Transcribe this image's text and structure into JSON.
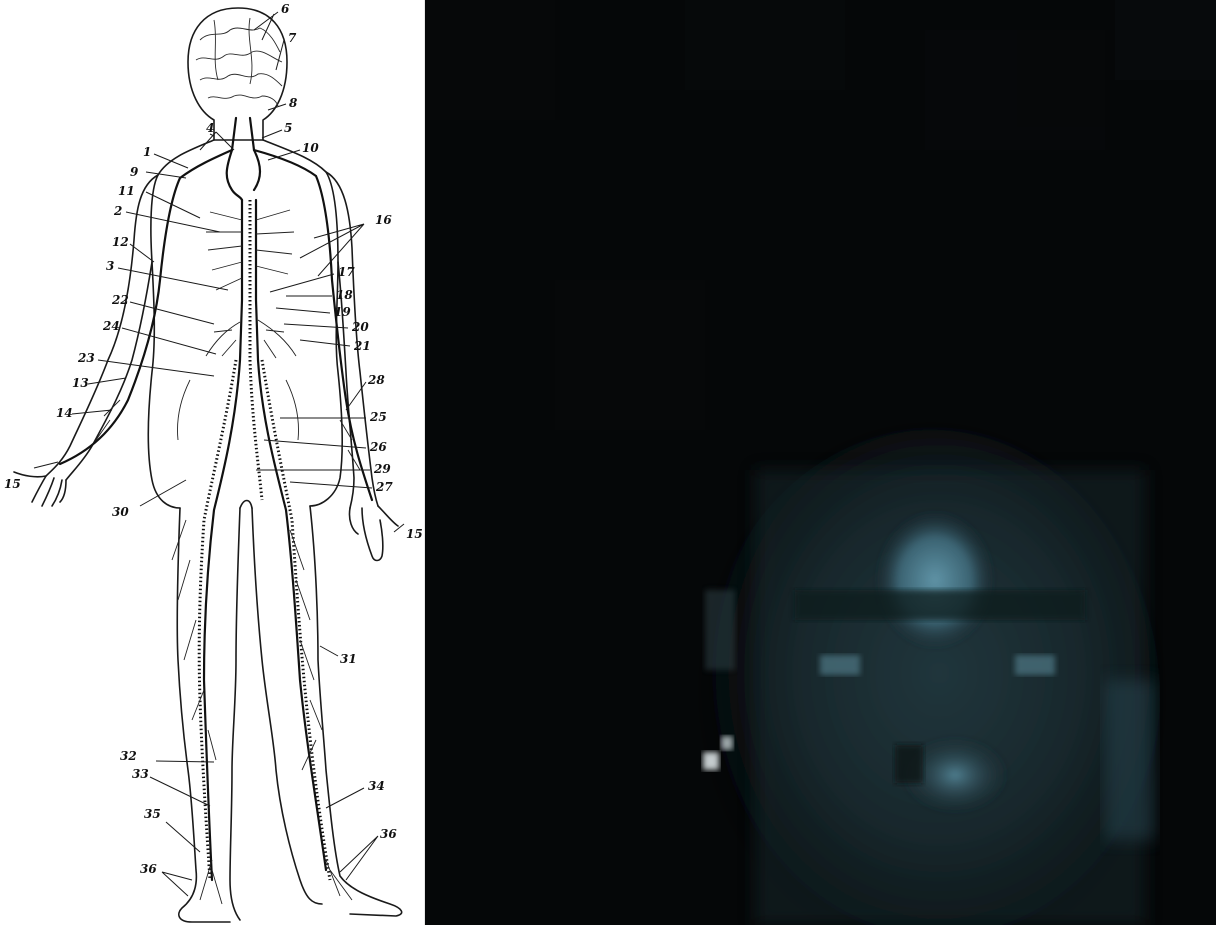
{
  "diagram": {
    "labels": [
      {
        "id": "l6",
        "text": "6"
      },
      {
        "id": "l7",
        "text": "7"
      },
      {
        "id": "l8",
        "text": "8"
      },
      {
        "id": "l4",
        "text": "4"
      },
      {
        "id": "l5",
        "text": "5"
      },
      {
        "id": "l1",
        "text": "1"
      },
      {
        "id": "l10",
        "text": "10"
      },
      {
        "id": "l9",
        "text": "9"
      },
      {
        "id": "l11",
        "text": "11"
      },
      {
        "id": "l2",
        "text": "2"
      },
      {
        "id": "l16",
        "text": "16"
      },
      {
        "id": "l12",
        "text": "12"
      },
      {
        "id": "l3",
        "text": "3"
      },
      {
        "id": "l17",
        "text": "17"
      },
      {
        "id": "l18",
        "text": "18"
      },
      {
        "id": "l19",
        "text": "19"
      },
      {
        "id": "l22",
        "text": "22"
      },
      {
        "id": "l20",
        "text": "20"
      },
      {
        "id": "l24",
        "text": "24"
      },
      {
        "id": "l21",
        "text": "21"
      },
      {
        "id": "l23",
        "text": "23"
      },
      {
        "id": "l28",
        "text": "28"
      },
      {
        "id": "l13",
        "text": "13"
      },
      {
        "id": "l14",
        "text": "14"
      },
      {
        "id": "l25",
        "text": "25"
      },
      {
        "id": "l26",
        "text": "26"
      },
      {
        "id": "l15a",
        "text": "15"
      },
      {
        "id": "l29",
        "text": "29"
      },
      {
        "id": "l27",
        "text": "27"
      },
      {
        "id": "l30",
        "text": "30"
      },
      {
        "id": "l15b",
        "text": "15"
      },
      {
        "id": "l31",
        "text": "31"
      },
      {
        "id": "l32",
        "text": "32"
      },
      {
        "id": "l33",
        "text": "33"
      },
      {
        "id": "l34",
        "text": "34"
      },
      {
        "id": "l35",
        "text": "35"
      },
      {
        "id": "l36a",
        "text": "36"
      },
      {
        "id": "l36b",
        "text": "36"
      }
    ]
  },
  "photo": {
    "tint": "#5f93a6",
    "background": "#050708"
  }
}
